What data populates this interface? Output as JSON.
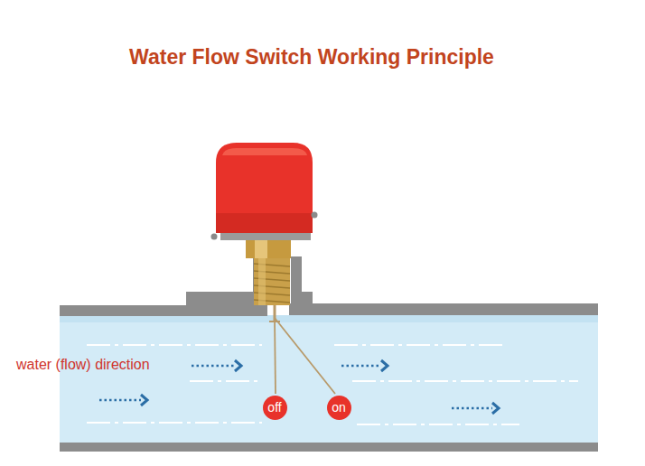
{
  "diagram": {
    "title": "Water Flow Switch Working Principle",
    "nodes": [
      {
        "text": [
          "off"
        ]
      },
      {
        "text": [
          "on"
        ]
      }
    ],
    "labels": [
      "water (flow) direction"
    ]
  }
}
